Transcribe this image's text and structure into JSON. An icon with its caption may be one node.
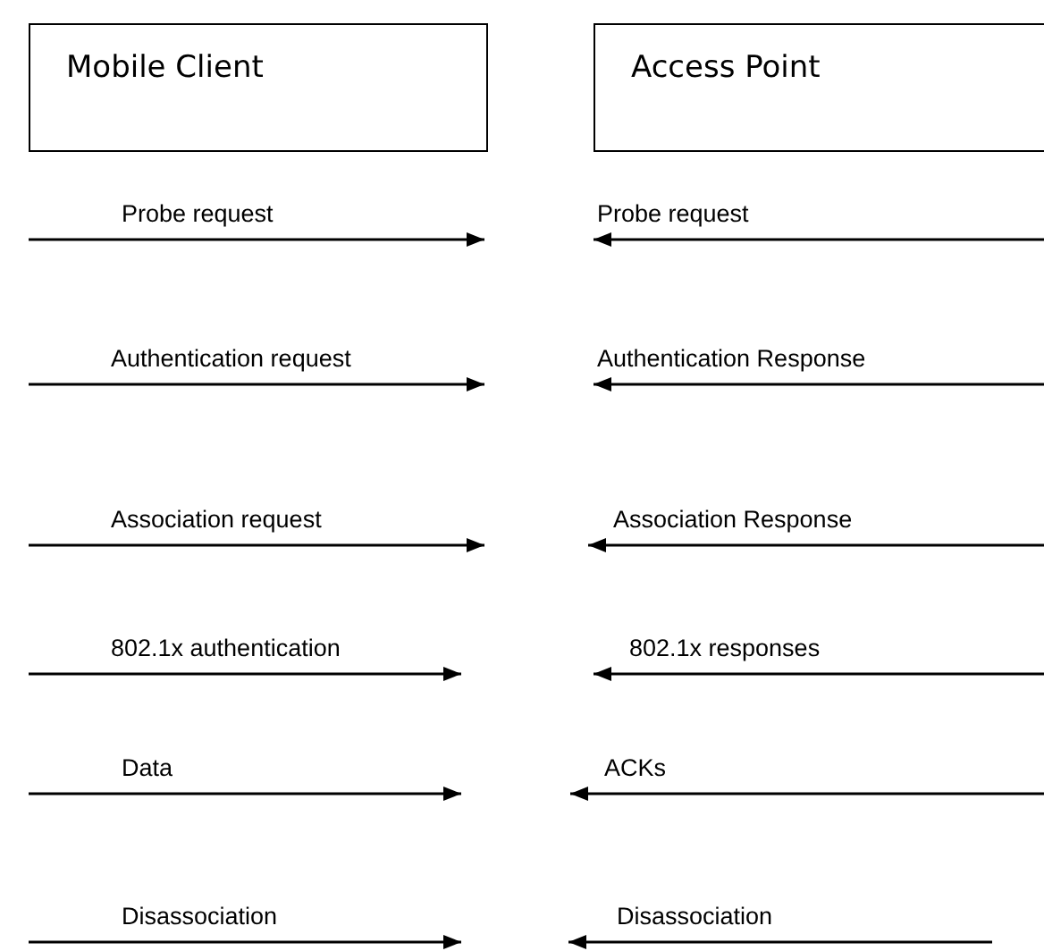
{
  "diagram": {
    "nodes": [
      {
        "text": [
          "Mobile Client"
        ]
      },
      {
        "text": [
          "Access Point"
        ]
      }
    ],
    "labels": [
      "Probe request",
      "Probe request",
      "Authentication request",
      "Authentication Response",
      "Association request",
      "Association Response",
      "802.1x authentication",
      "802.1x responses",
      "Data",
      "ACKs",
      "Disassociation",
      "Disassociation"
    ]
  }
}
